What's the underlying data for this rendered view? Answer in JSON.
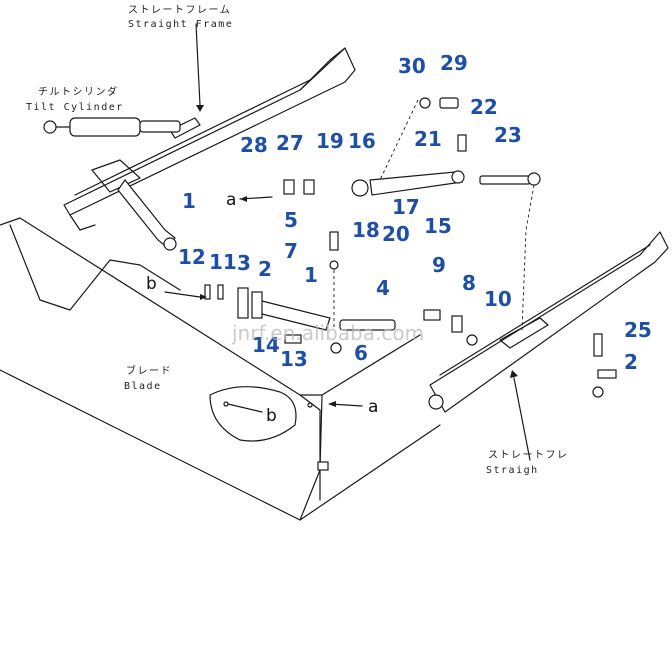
{
  "labels": {
    "straight_frame_jp": "ストレートフレーム",
    "straight_frame_en": "Straight Frame",
    "tilt_cylinder_jp": "チルトシリンダ",
    "tilt_cylinder_en": "Tilt Cylinder",
    "blade_jp": "ブレード",
    "blade_en": "Blade",
    "straight_frame2_jp": "ストレートフレ",
    "straight_frame2_en": "Straigh"
  },
  "letters": {
    "a1": "a",
    "a2": "a",
    "b1": "b",
    "b2": "b"
  },
  "callouts": {
    "n30": "30",
    "n29": "29",
    "n22": "22",
    "n21": "21",
    "n23": "23",
    "n28": "28",
    "n27": "27",
    "n19": "19",
    "n16": "16",
    "n17": "17",
    "n18": "18",
    "n20": "20",
    "n15": "15",
    "n1a": "1",
    "n5": "5",
    "n7": "7",
    "n12": "12",
    "n11": "11",
    "n3": "3",
    "n2a": "2",
    "n1b": "1",
    "n9": "9",
    "n8": "8",
    "n4": "4",
    "n10": "10",
    "n14": "14",
    "n13": "13",
    "n6": "6",
    "n25": "25",
    "n2b": "2"
  },
  "watermark": "jnrf.en.alibaba.com",
  "colors": {
    "callout": "#1e4fa8",
    "line": "#1a1a1a",
    "watermark": "#b8b8b8"
  }
}
